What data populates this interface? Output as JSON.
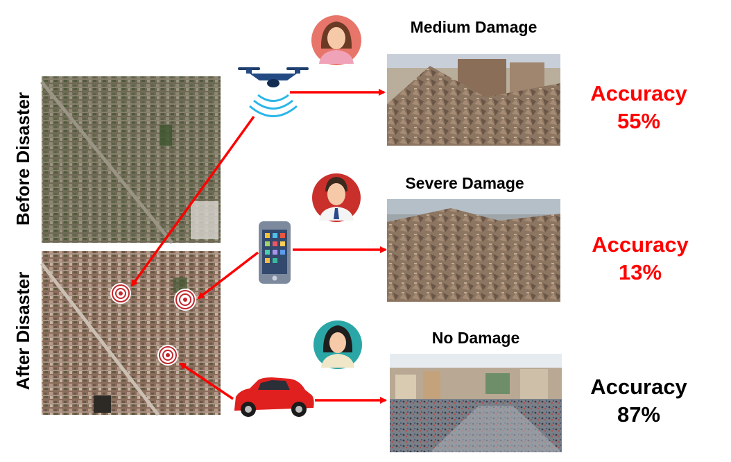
{
  "side_labels": {
    "before": "Before Disaster",
    "after": "After Disaster"
  },
  "rows": [
    {
      "title": "Medium Damage",
      "accuracy_label": "Accuracy",
      "accuracy_value": "55%",
      "accuracy_color": "#ff0000",
      "avatar": "woman-avatar-icon",
      "avatar_bg": "#e8756a",
      "source": "drone-icon"
    },
    {
      "title": "Severe Damage",
      "accuracy_label": "Accuracy",
      "accuracy_value": "13%",
      "accuracy_color": "#ff0000",
      "avatar": "man-avatar-icon",
      "avatar_bg": "#c9302c",
      "source": "smartphone-icon"
    },
    {
      "title": "No Damage",
      "accuracy_label": "Accuracy",
      "accuracy_value": "87%",
      "accuracy_color": "#000000",
      "avatar": "woman-avatar-icon",
      "avatar_bg": "#2aa6a6",
      "source": "car-icon"
    }
  ],
  "arrow_color": "#ff0000"
}
